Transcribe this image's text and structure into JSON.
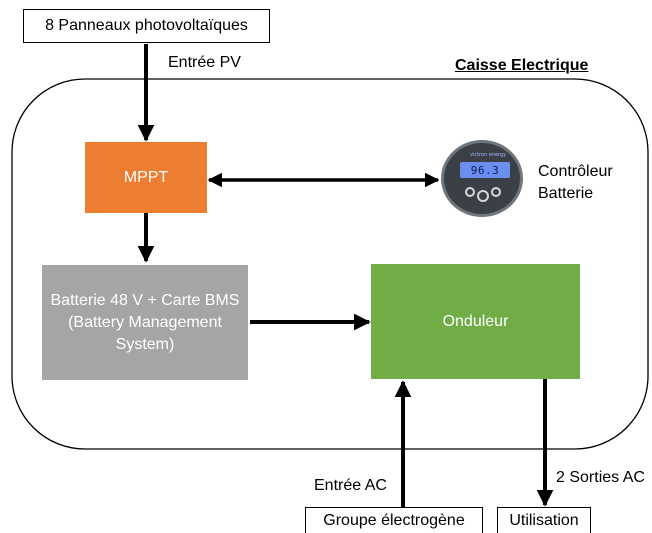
{
  "nodes": {
    "pv_panels": "8 Panneaux photovoltaïques",
    "mppt": "MPPT",
    "battery": "Batterie 48 V + Carte BMS (Battery Management System)",
    "inverter": "Onduleur",
    "battery_monitor": "Contrôleur Batterie",
    "generator": "Groupe électrogène",
    "usage": "Utilisation"
  },
  "labels": {
    "pv_input": "Entrée PV",
    "ac_input": "Entrée AC",
    "ac_outputs": "2 Sorties AC",
    "enclosure": "Caisse Electrique"
  },
  "device": {
    "display_value": "96.3",
    "brand": "victron energy"
  },
  "colors": {
    "mppt": "#ED7D31",
    "battery": "#A5A5A5",
    "inverter": "#70AD47",
    "device_body": "#3a4046",
    "device_screen": "#6b8ff0"
  }
}
